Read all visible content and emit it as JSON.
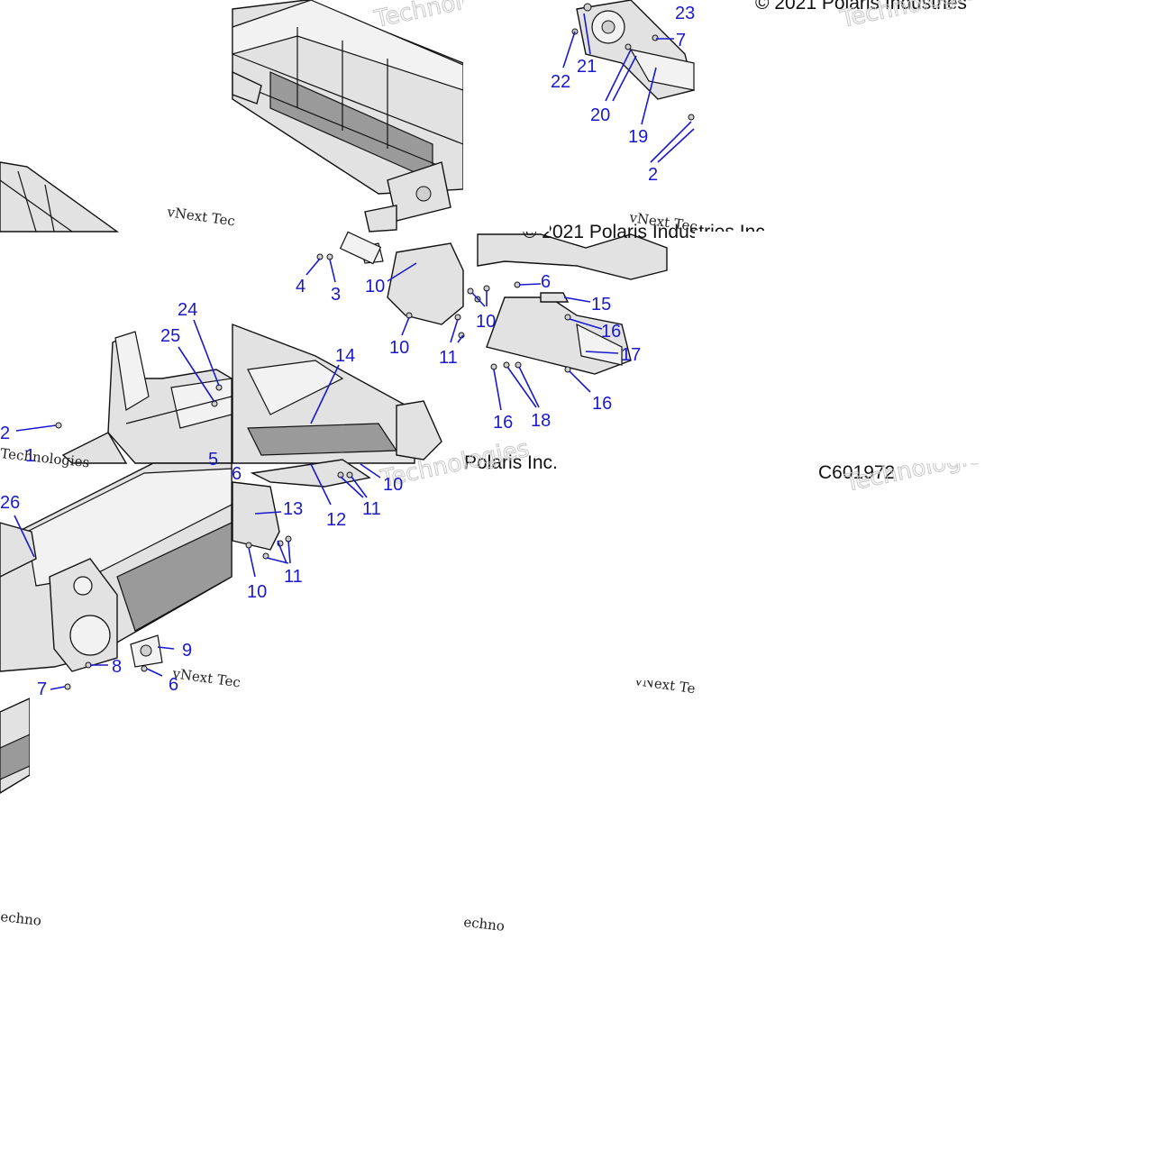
{
  "diagram": {
    "copyright_top_right": "© 2021 Polaris Industries",
    "copyright_mid": "© 2021 Polaris Industries Inc.",
    "copyright_mid_partial": "Polaris Inc.",
    "diagram_code": "C601972",
    "watermark_brand": "vNext Technologies",
    "watermark_short_a": "vNext Tec",
    "watermark_short_b": "Technologies",
    "watermark_short_c": "echno",
    "callouts": [
      "1",
      "2",
      "3",
      "4",
      "5",
      "6",
      "7",
      "8",
      "9",
      "10",
      "11",
      "12",
      "13",
      "14",
      "15",
      "16",
      "17",
      "18",
      "19",
      "20",
      "21",
      "22",
      "23",
      "24",
      "25",
      "26"
    ]
  }
}
